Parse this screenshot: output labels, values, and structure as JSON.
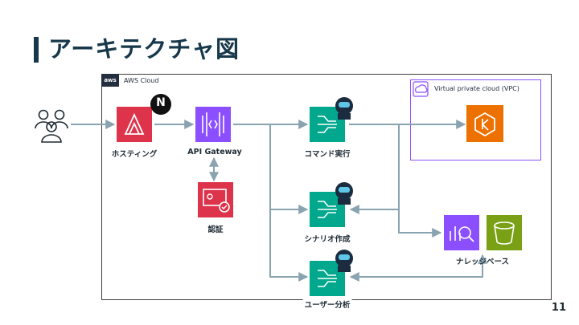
{
  "slide": {
    "title": "アーキテクチャ図",
    "page_number": "11"
  },
  "diagram": {
    "cloud_label": "AWS Cloud",
    "aws_badge": "aws",
    "vpc_label": "Virtual private cloud (VPC)",
    "nodes": {
      "hosting": "ホスティング",
      "api_gateway": "API Gateway",
      "auth": "認証",
      "command": "コマンド実行",
      "scenario": "シナリオ作成",
      "user_analysis": "ユーザー分析",
      "knowledge_base": "ナレッジベース"
    },
    "nextjs_mark": "N",
    "colors": {
      "amplify": "#dd344c",
      "api_gateway": "#8c4fff",
      "cognito": "#dd344c",
      "bedrock": "#01a88d",
      "eks": "#ed7100",
      "opensearch": "#8c4fff",
      "s3": "#7aa116",
      "line": "#8aa3b0"
    }
  }
}
